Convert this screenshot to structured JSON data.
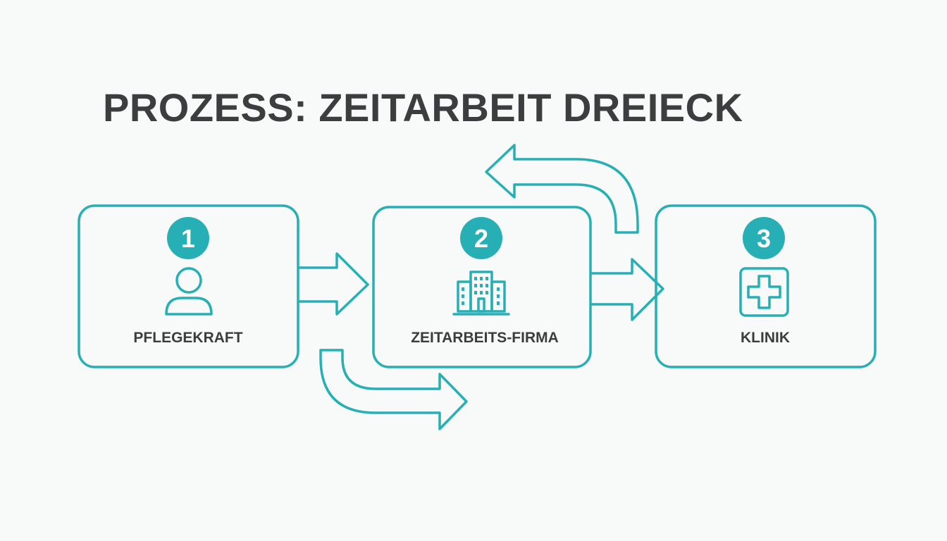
{
  "title": "PROZESS: ZEITARBEIT DREIECK",
  "colors": {
    "accent": "#26b0b5",
    "text": "#3b3d3f",
    "background": "#f8fafa"
  },
  "nodes": [
    {
      "number": "1",
      "label": "PFLEGEKRAFT",
      "icon": "person-icon"
    },
    {
      "number": "2",
      "label": "ZEITARBEITS-FIRMA",
      "icon": "building-icon"
    },
    {
      "number": "3",
      "label": "KLINIK",
      "icon": "medical-cross-icon"
    }
  ],
  "arrows": [
    {
      "name": "arrow-pflegekraft-to-firma",
      "direction": "right"
    },
    {
      "name": "arrow-firma-to-klinik",
      "direction": "right"
    },
    {
      "name": "arrow-klinik-to-firma-curved",
      "direction": "left"
    },
    {
      "name": "arrow-pflegekraft-curved-out",
      "direction": "right"
    }
  ]
}
